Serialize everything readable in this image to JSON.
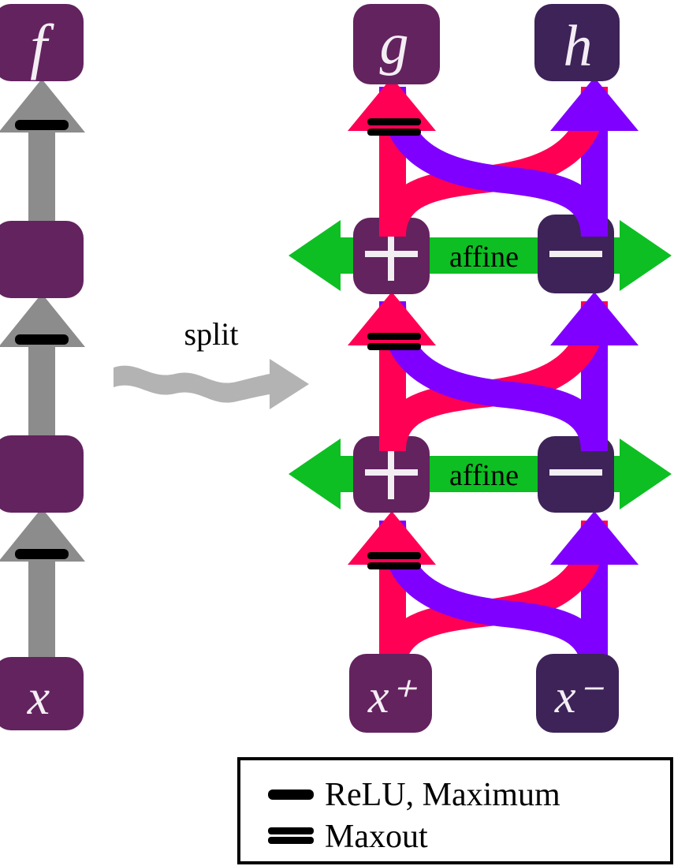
{
  "diagram": {
    "title": "split",
    "left_column": {
      "top_node": {
        "label": "f",
        "name": "node-f"
      },
      "mid_node_upper": {
        "label": "",
        "name": "node-hidden-upper"
      },
      "mid_node_lower": {
        "label": "",
        "name": "node-hidden-lower"
      },
      "bottom_node": {
        "label": "x",
        "name": "node-x"
      },
      "arrow_color": "#8c8c8c",
      "node_color": "#63235f",
      "activation_marks": 3,
      "activation_type": "relu-single-bar"
    },
    "transform_arrow": {
      "label": "split",
      "color": "#b3b3b3"
    },
    "right_column": {
      "top_left_node": {
        "label": "g",
        "name": "node-g",
        "color": "#63235f"
      },
      "top_right_node": {
        "label": "h",
        "name": "node-h",
        "color": "#3d2358"
      },
      "bottom_left_node": {
        "label": "x⁺",
        "name": "node-x-plus",
        "color": "#63235f"
      },
      "bottom_right_node": {
        "label": "x⁻",
        "name": "node-x-minus",
        "color": "#3d2358"
      },
      "affine_rows": [
        {
          "plus_label": "+",
          "minus_label": "−",
          "band_label": "affine"
        },
        {
          "plus_label": "+",
          "minus_label": "−",
          "band_label": "affine"
        }
      ],
      "pink_color": "#ff0055",
      "violet_color": "#7f00ff",
      "green_color": "#0dbf23",
      "maxout_marks": 3,
      "maxout_type": "double-bar"
    },
    "legend": {
      "items": [
        {
          "symbol": "single-bar",
          "label": "ReLU, Maximum"
        },
        {
          "symbol": "double-bar",
          "label": "Maxout"
        }
      ],
      "border_color": "#000000"
    }
  }
}
